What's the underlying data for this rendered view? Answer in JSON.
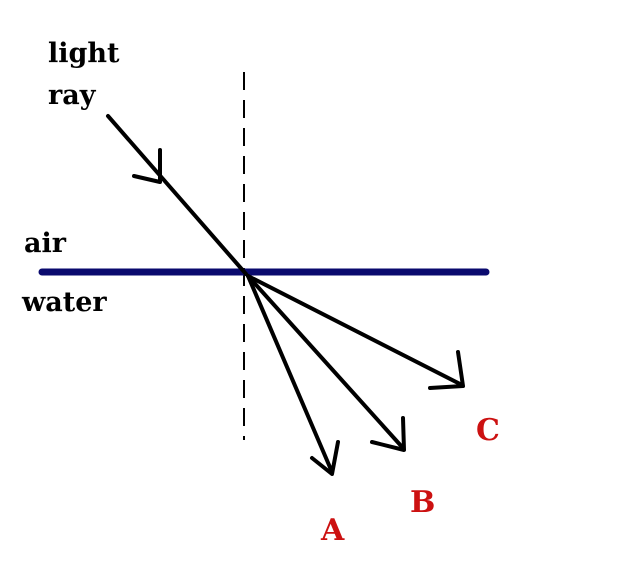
{
  "labels": {
    "light": "light",
    "ray": "ray",
    "air": "air",
    "water": "water",
    "option_a": "A",
    "option_b": "B",
    "option_c": "C"
  },
  "colors": {
    "interface_line": "#0a0a6e",
    "rays": "#000000",
    "normal_line": "#000000",
    "labels_text": "#000000",
    "option_labels": "#cc1111"
  }
}
